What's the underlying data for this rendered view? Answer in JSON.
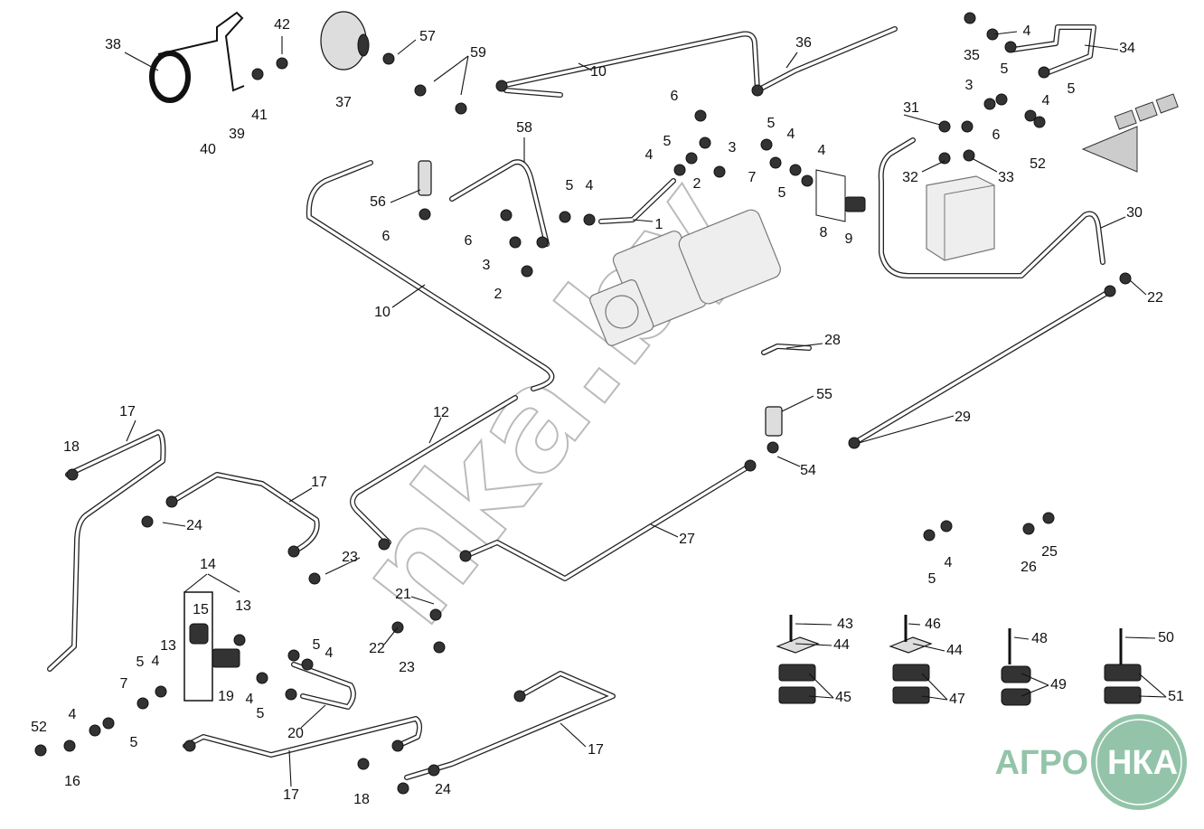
{
  "callouts": [
    "38",
    "42",
    "57",
    "59",
    "10",
    "36",
    "4",
    "35",
    "5",
    "34",
    "37",
    "41",
    "39",
    "40",
    "5",
    "3",
    "4",
    "31",
    "6",
    "52",
    "32",
    "33",
    "6",
    "5",
    "5",
    "3",
    "4",
    "4",
    "4",
    "2",
    "7",
    "5",
    "58",
    "5",
    "4",
    "56",
    "6",
    "1",
    "8",
    "9",
    "6",
    "3",
    "2",
    "30",
    "22",
    "10",
    "28",
    "55",
    "29",
    "12",
    "17",
    "18",
    "54",
    "17",
    "24",
    "27",
    "5",
    "4",
    "26",
    "25",
    "14",
    "23",
    "21",
    "15",
    "13",
    "13",
    "5",
    "4",
    "22",
    "23",
    "43",
    "44",
    "46",
    "44",
    "48",
    "50",
    "5",
    "4",
    "7",
    "19",
    "4",
    "5",
    "49",
    "45",
    "47",
    "51",
    "4",
    "5",
    "52",
    "20",
    "17",
    "16",
    "17",
    "18",
    "24"
  ],
  "watermark": "nka.by",
  "logo": {
    "text": "АГРОНКА",
    "color": "#93c4a9"
  },
  "colors": {
    "line": "#111111",
    "watermark": "#bbbbbb"
  }
}
